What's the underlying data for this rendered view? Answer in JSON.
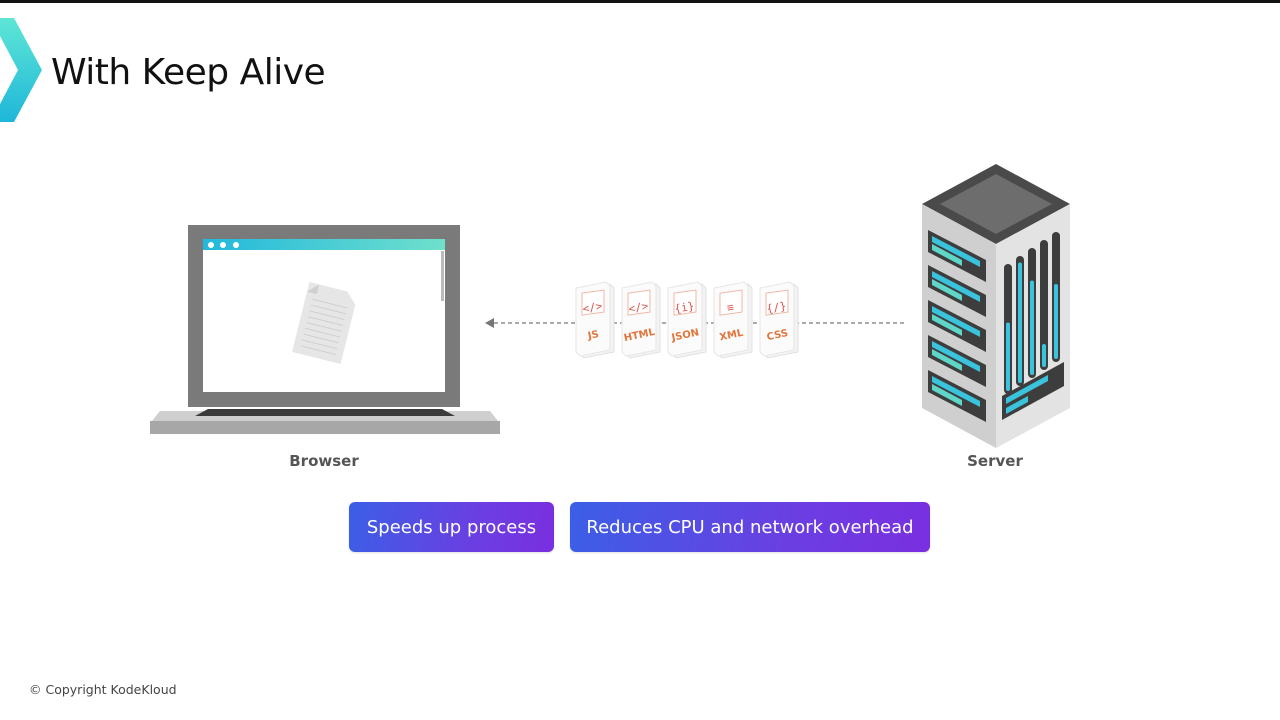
{
  "slide": {
    "title": "With Keep Alive",
    "brand_colors": {
      "chevron_top": "#5ee6d6",
      "chevron_bottom": "#1fb7d9",
      "pill_start": "#3b5fe6",
      "pill_end": "#7a2fe0"
    }
  },
  "diagram": {
    "client": {
      "label": "Browser",
      "icon": "laptop-icon"
    },
    "server": {
      "label": "Server",
      "icon": "server-rack-icon"
    },
    "flow_direction": "server-to-browser",
    "files": [
      {
        "label": "JS",
        "glyph": "</>"
      },
      {
        "label": "HTML",
        "glyph": "</>"
      },
      {
        "label": "JSON",
        "glyph": "{i}"
      },
      {
        "label": "XML",
        "glyph": "≡"
      },
      {
        "label": "CSS",
        "glyph": "{/}"
      }
    ]
  },
  "benefits": [
    {
      "label": "Speeds up process"
    },
    {
      "label": "Reduces CPU and network overhead"
    }
  ],
  "footer": {
    "copyright": "© Copyright KodeKloud"
  }
}
